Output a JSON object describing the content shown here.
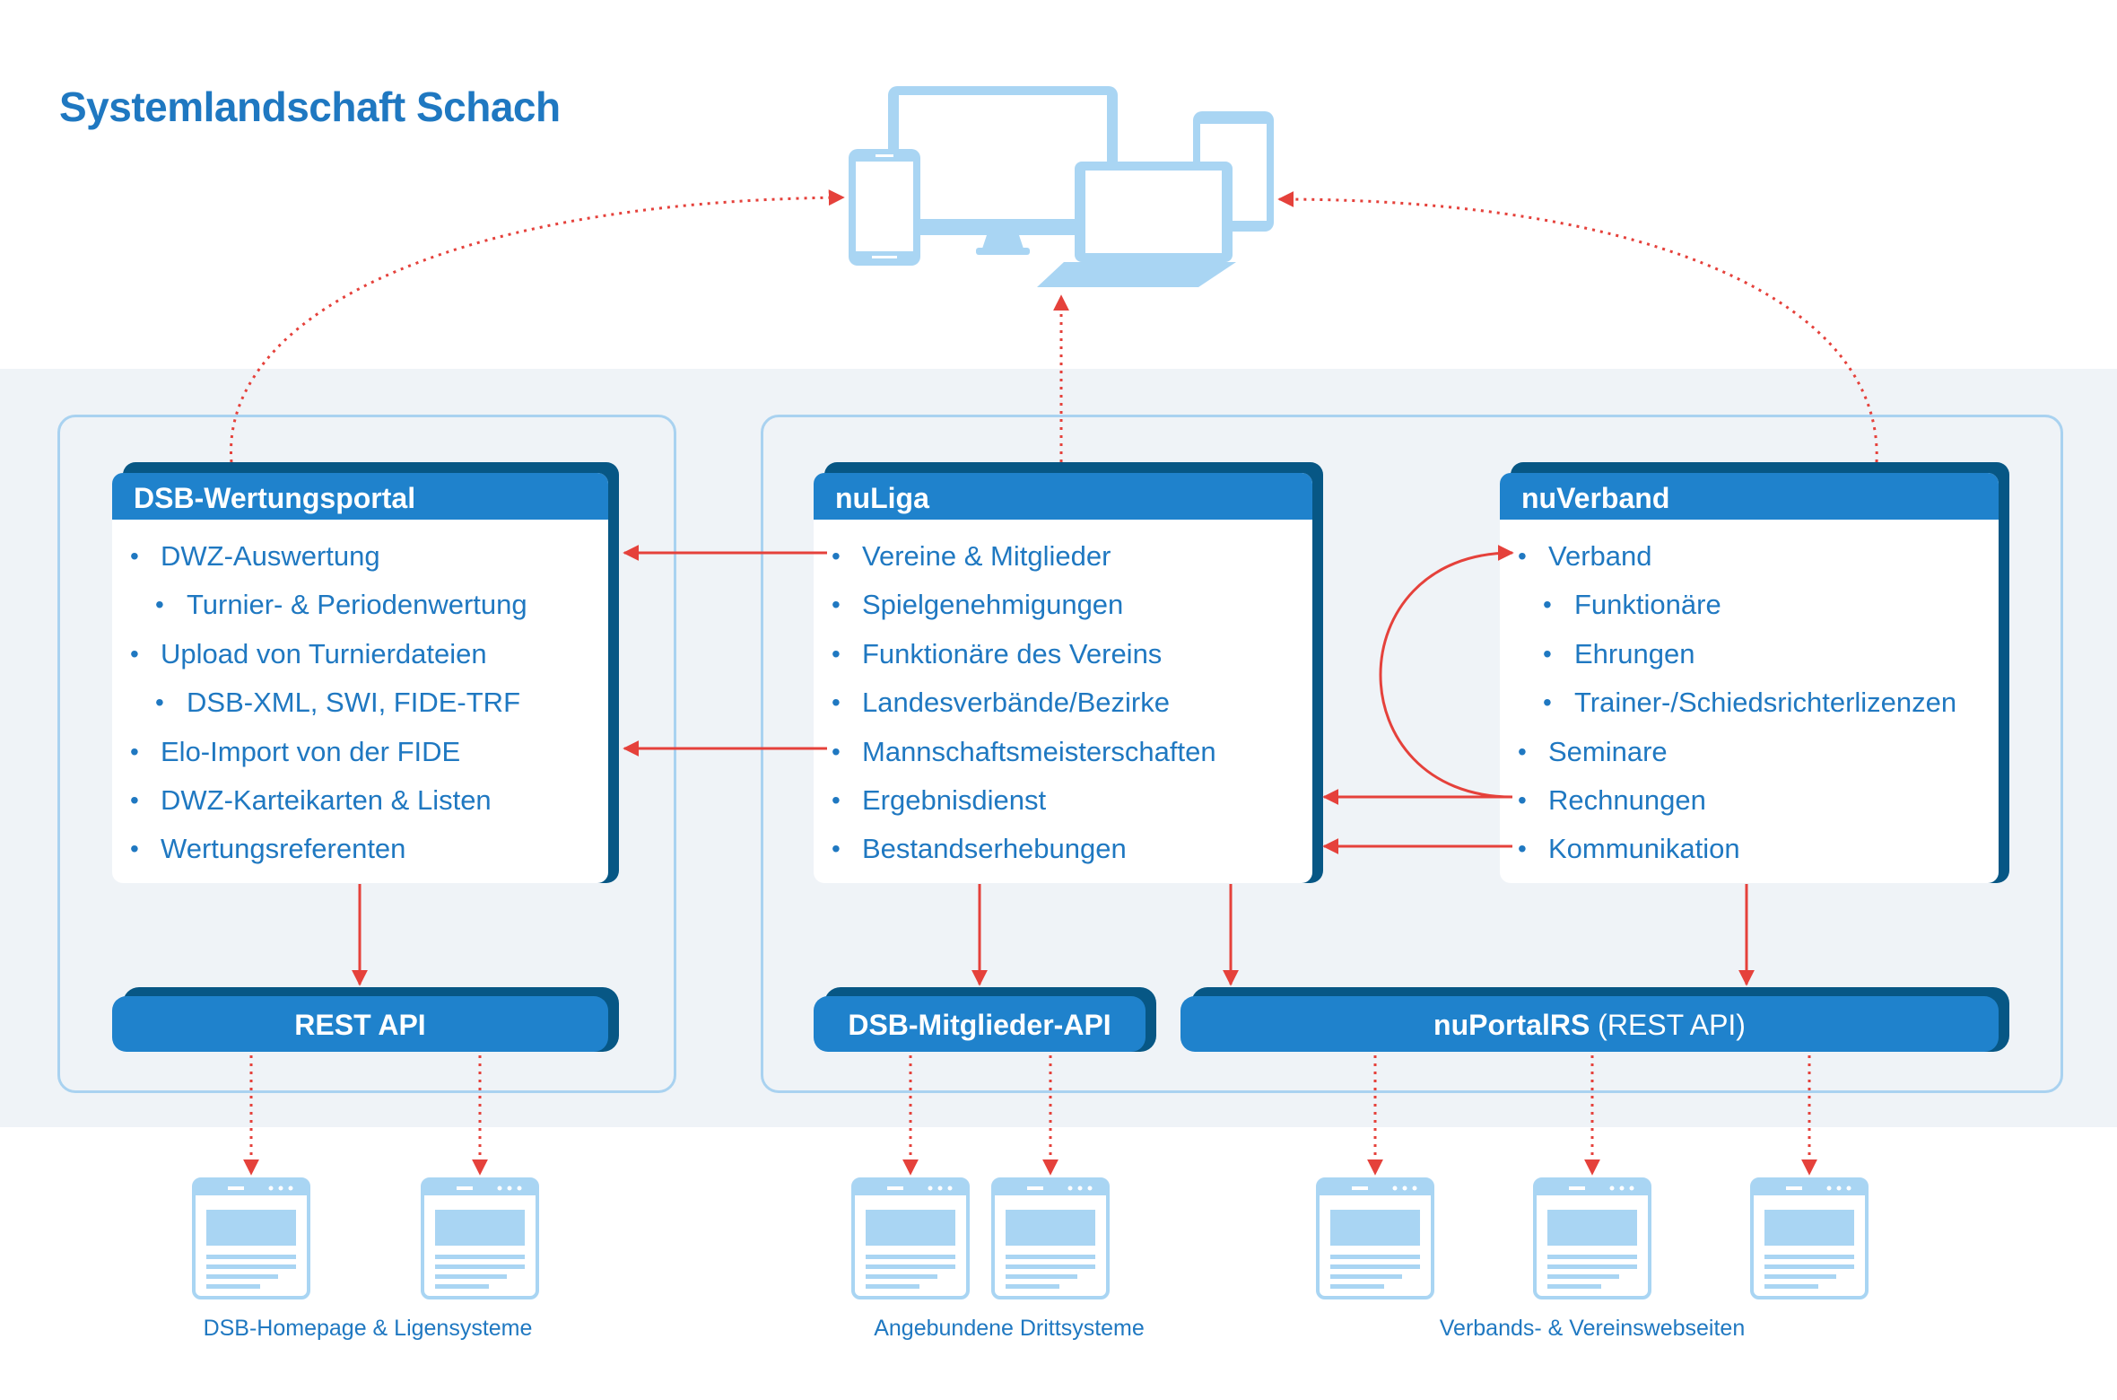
{
  "title": "Systemlandschaft Schach",
  "colors": {
    "primary": "#1f82cc",
    "primary_dark": "#075785",
    "text_blue": "#1f78c1",
    "region_border": "#a9d2f0",
    "band": "#eff3f7",
    "arrow_red": "#e5413b",
    "device_fill": "#a9d5f3"
  },
  "top_icon": "devices-icon",
  "cards": {
    "wertungsportal": {
      "title": "DSB-Wertungsportal",
      "items": [
        {
          "label": "DWZ-Auswertung",
          "sub": false
        },
        {
          "label": "Turnier- & Periodenwertung",
          "sub": true
        },
        {
          "label": "Upload von Turnierdateien",
          "sub": false
        },
        {
          "label": "DSB-XML, SWI, FIDE-TRF",
          "sub": true
        },
        {
          "label": "Elo-Import von der FIDE",
          "sub": false
        },
        {
          "label": "DWZ-Karteikarten & Listen",
          "sub": false
        },
        {
          "label": "Wertungsreferenten",
          "sub": false
        }
      ]
    },
    "nuliga": {
      "title": "nuLiga",
      "items": [
        {
          "label": "Vereine & Mitglieder",
          "sub": false
        },
        {
          "label": "Spielgenehmigungen",
          "sub": false
        },
        {
          "label": "Funktionäre des Vereins",
          "sub": false
        },
        {
          "label": "Landesverbände/Bezirke",
          "sub": false
        },
        {
          "label": "Mannschaftsmeisterschaften",
          "sub": false
        },
        {
          "label": "Ergebnisdienst",
          "sub": false
        },
        {
          "label": "Bestandserhebungen",
          "sub": false
        }
      ]
    },
    "nuverband": {
      "title": "nuVerband",
      "items": [
        {
          "label": "Verband",
          "sub": false
        },
        {
          "label": "Funktionäre",
          "sub": true
        },
        {
          "label": "Ehrungen",
          "sub": true
        },
        {
          "label": "Trainer-/Schiedsrichterlizenzen",
          "sub": true
        },
        {
          "label": "Seminare",
          "sub": false
        },
        {
          "label": "Rechnungen",
          "sub": false
        },
        {
          "label": "Kommunikation",
          "sub": false
        }
      ]
    }
  },
  "apis": {
    "rest": "REST API",
    "mitglieder": "DSB-Mitglieder-API",
    "nuportal_name": "nuPortalRS",
    "nuportal_suffix": " (REST API)"
  },
  "captions": {
    "homepage": "DSB-Homepage & Ligensysteme",
    "dritt": "Angebundene Drittsysteme",
    "webseiten": "Verbands- & Vereinswebseiten"
  },
  "webpage_icon": "webpage-icon"
}
